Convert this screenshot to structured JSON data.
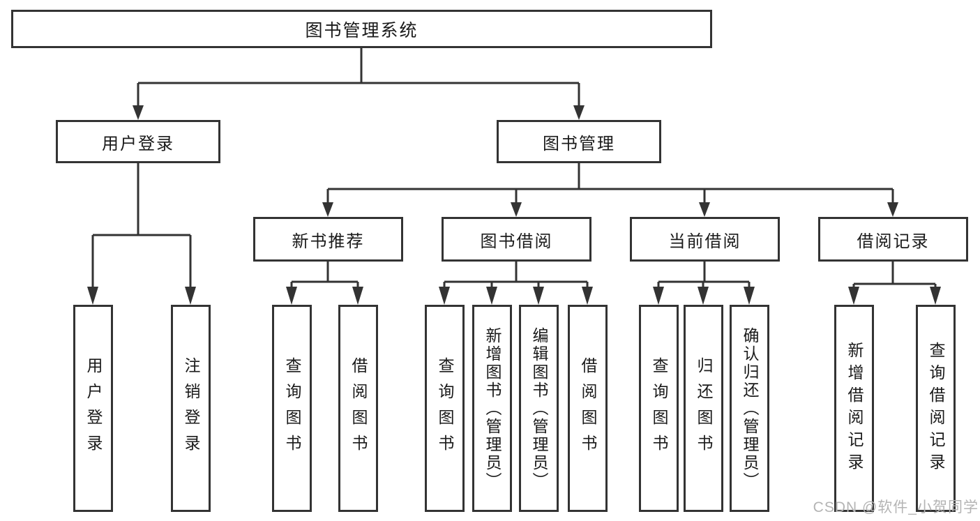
{
  "tree": {
    "root": "图书管理系统",
    "user_login": "用户登录",
    "book_mgmt": "图书管理",
    "new_books": "新书推荐",
    "book_borrow": "图书借阅",
    "current_borrow": "当前借阅",
    "borrow_records": "借阅记录",
    "leaves": {
      "login": [
        "用户登录",
        "注销登录"
      ],
      "new_books": [
        "查询图书",
        "借阅图书"
      ],
      "book_borrow": [
        "查询图书",
        "新增图书（管理员）",
        "编辑图书（管理员）",
        "借阅图书"
      ],
      "current_borrow": [
        "查询图书",
        "归还图书",
        "确认归还（管理员）"
      ],
      "borrow_records": [
        "新增借阅记录",
        "查询借阅记录"
      ]
    }
  },
  "watermark": "CSDN @软件_小贺同学",
  "colors": {
    "line": "#333333",
    "text": "#1a1a1a",
    "watermark": "#b4b4b4",
    "background": "#ffffff"
  }
}
